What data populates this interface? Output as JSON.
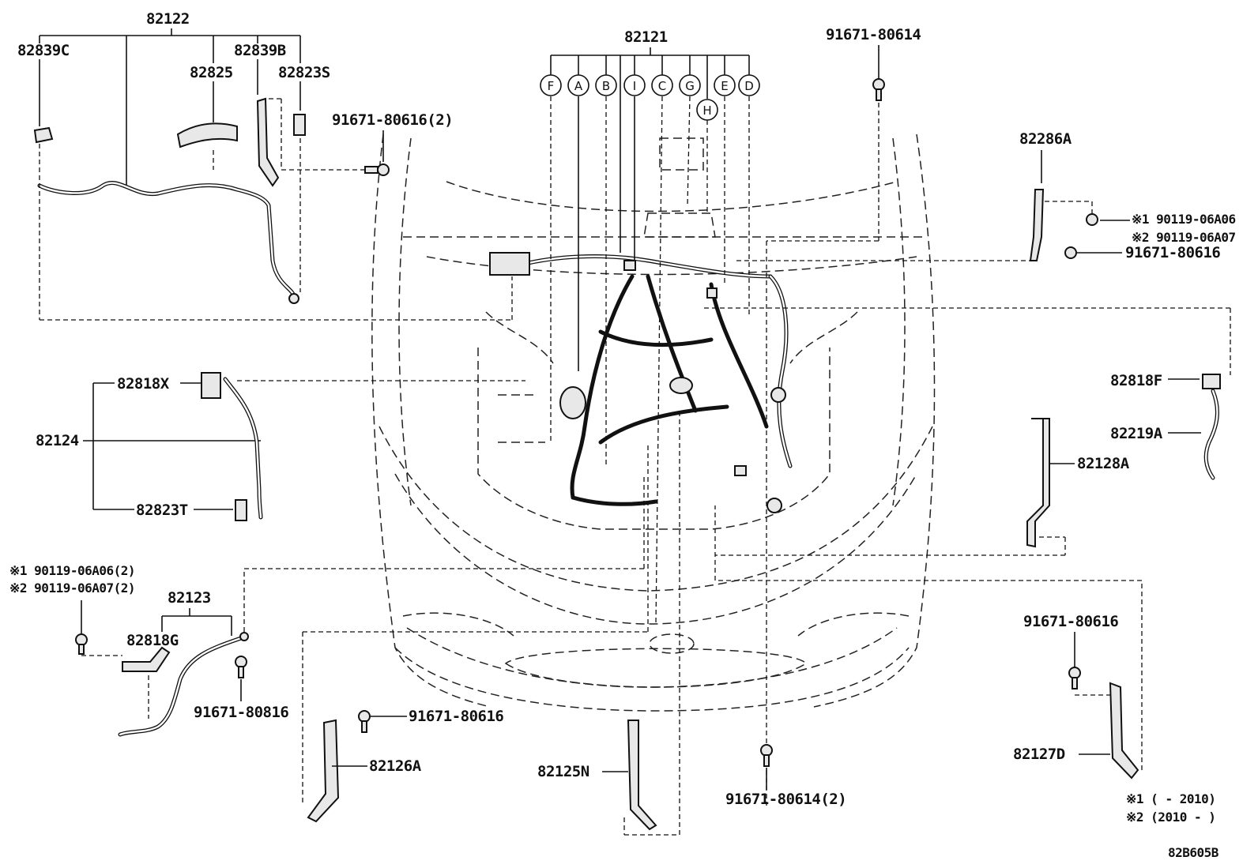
{
  "labels": {
    "l_82122": "82122",
    "l_82839C": "82839C",
    "l_82825": "82825",
    "l_82839B": "82839B",
    "l_82823S": "82823S",
    "l_91671_80616_2_top": "91671-80616(2)",
    "l_82121": "82121",
    "l_91671_80614_top": "91671-80614",
    "l_82286A": "82286A",
    "l_note1_06A06": "※1 90119-06A06",
    "l_note2_06A07": "※2 90119-06A07",
    "l_91671_80616_right": "91671-80616",
    "l_82818X": "82818X",
    "l_82124": "82124",
    "l_82823T": "82823T",
    "l_82818F": "82818F",
    "l_82219A": "82219A",
    "l_82128A": "82128A",
    "l_note1_06A06_2": "※1 90119-06A06(2)",
    "l_note2_06A07_2": "※2 90119-06A07(2)",
    "l_82123": "82123",
    "l_82818G": "82818G",
    "l_91671_80816": "91671-80816",
    "l_91671_80616_mid": "91671-80616",
    "l_82126A": "82126A",
    "l_82125N": "82125N",
    "l_91671_80614_2": "91671-80614(2)",
    "l_91671_80616_br": "91671-80616",
    "l_82127D": "82127D",
    "l_footnote1": "※1 (    - 2010)",
    "l_footnote2": "※2 (2010 -    )",
    "l_figure_code": "82B605B"
  },
  "circles": [
    "F",
    "A",
    "B",
    "I",
    "C",
    "G",
    "E",
    "D",
    "H"
  ]
}
